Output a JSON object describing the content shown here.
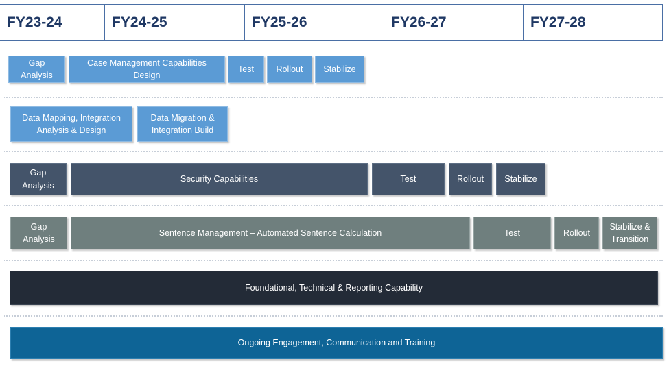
{
  "years": [
    "FY23-24",
    "FY24-25",
    "FY25-26",
    "FY26-27",
    "FY27-28"
  ],
  "rows": {
    "case_management": {
      "gap_analysis": "Gap Analysis",
      "design": "Case Management Capabilities Design",
      "test": "Test",
      "rollout": "Rollout",
      "stabilize": "Stabilize"
    },
    "data": {
      "mapping": "Data Mapping, Integration Analysis & Design",
      "migration": "Data Migration & Integration Build"
    },
    "security": {
      "gap_analysis": "Gap Analysis",
      "capabilities": "Security Capabilities",
      "test": "Test",
      "rollout": "Rollout",
      "stabilize": "Stabilize"
    },
    "sentence": {
      "gap_analysis": "Gap Analysis",
      "management": "Sentence Management – Automated Sentence Calculation",
      "test": "Test",
      "rollout": "Rollout",
      "stabilize": "Stabilize & Transition"
    },
    "foundational": "Foundational, Technical & Reporting Capability",
    "engagement": "Ongoing Engagement, Communication and Training"
  },
  "colors": {
    "light_blue": "#5b9bd5",
    "navy": "#44546a",
    "gray_teal": "#6f7f7e",
    "dark": "#232b37",
    "teal": "#0e6496",
    "header_text": "#1f3864"
  }
}
